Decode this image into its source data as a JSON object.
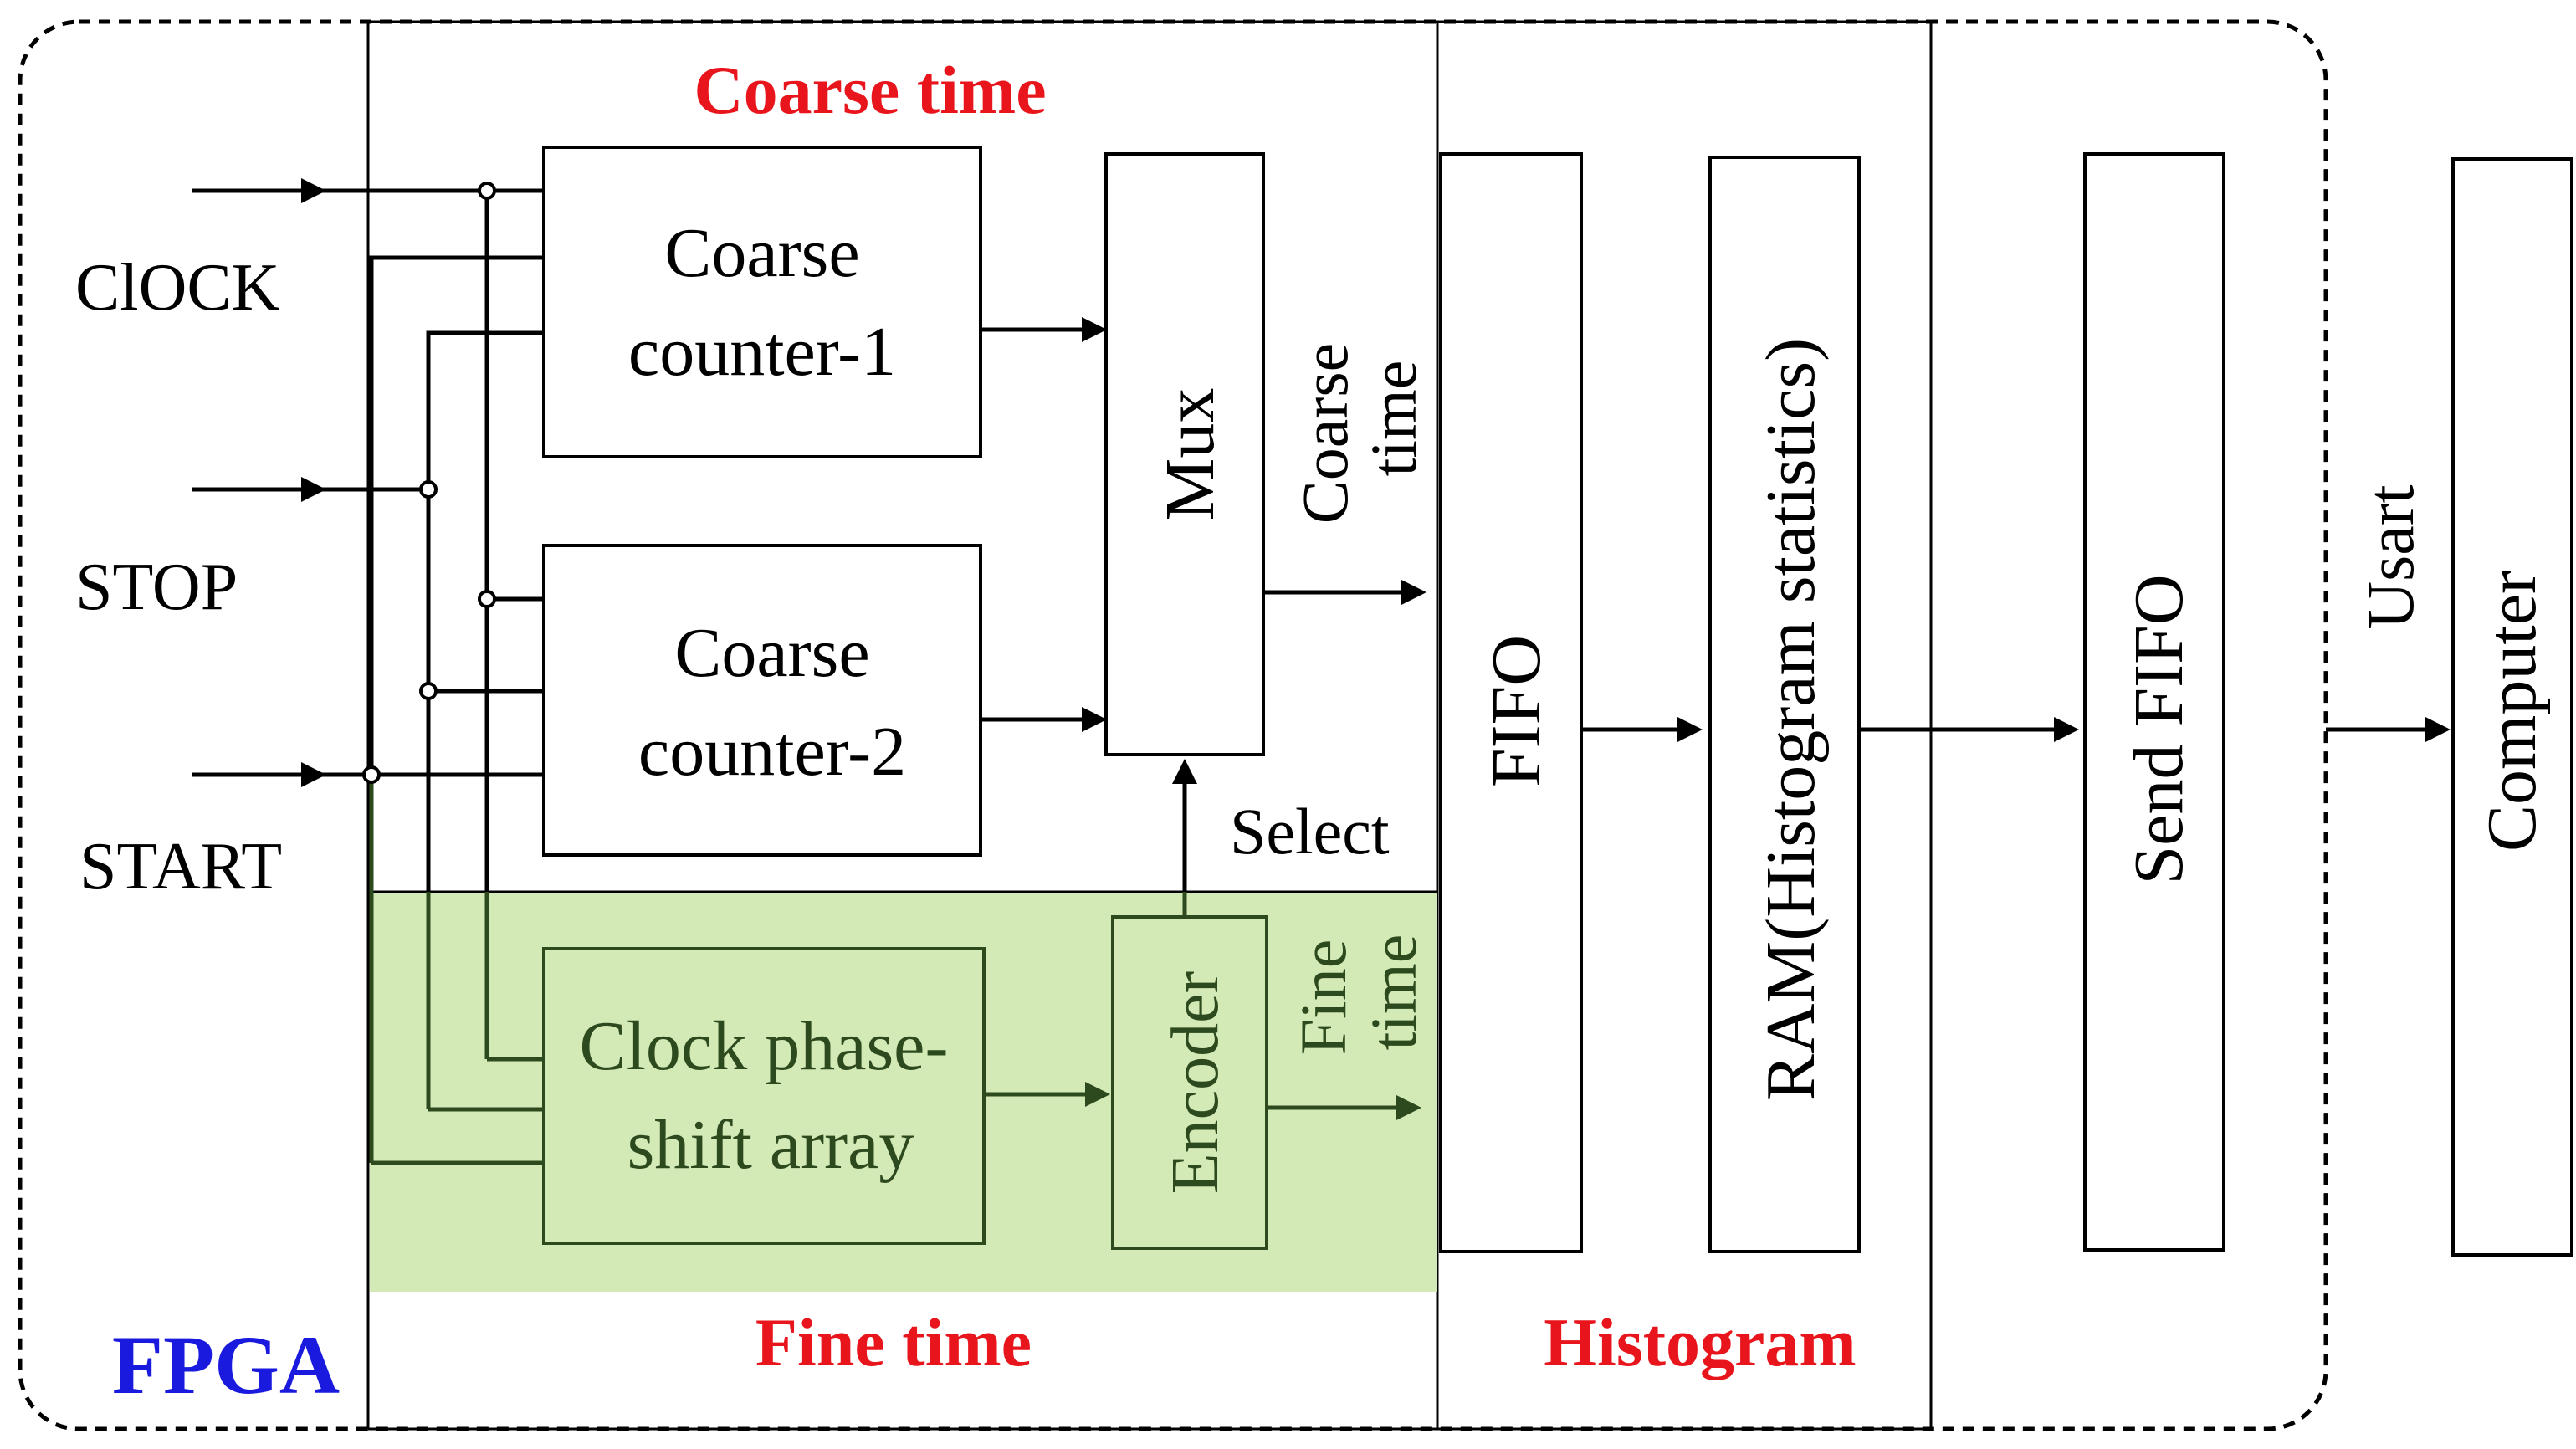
{
  "inputs": {
    "clock": "ClOCK",
    "stop": "STOP",
    "start": "START"
  },
  "sections": {
    "coarse_time_title": "Coarse time",
    "fine_time_title": "Fine time",
    "histogram_title": "Histogram",
    "fpga_label": "FPGA"
  },
  "blocks": {
    "coarse_counter_1": [
      "Coarse",
      "counter-1"
    ],
    "coarse_counter_2": [
      "Coarse",
      "counter-2"
    ],
    "mux": "Mux",
    "clock_phase_shift_array": [
      "Clock phase-",
      "shift array"
    ],
    "encoder": "Encoder",
    "fifo": "FIFO",
    "ram": "RAM(Histogram statistics)",
    "send_fifo": "Send FIFO",
    "computer": "Computer"
  },
  "signals": {
    "coarse_time": [
      "Coarse",
      "time"
    ],
    "fine_time": [
      "Fine",
      "time"
    ],
    "select": "Select",
    "usart": "Usart"
  },
  "colors": {
    "section_title": "#e8161c",
    "fpga_label": "#1a1adf",
    "fine_region_fill": "#d3e9b6",
    "fine_region_text": "#2d4a1e"
  }
}
